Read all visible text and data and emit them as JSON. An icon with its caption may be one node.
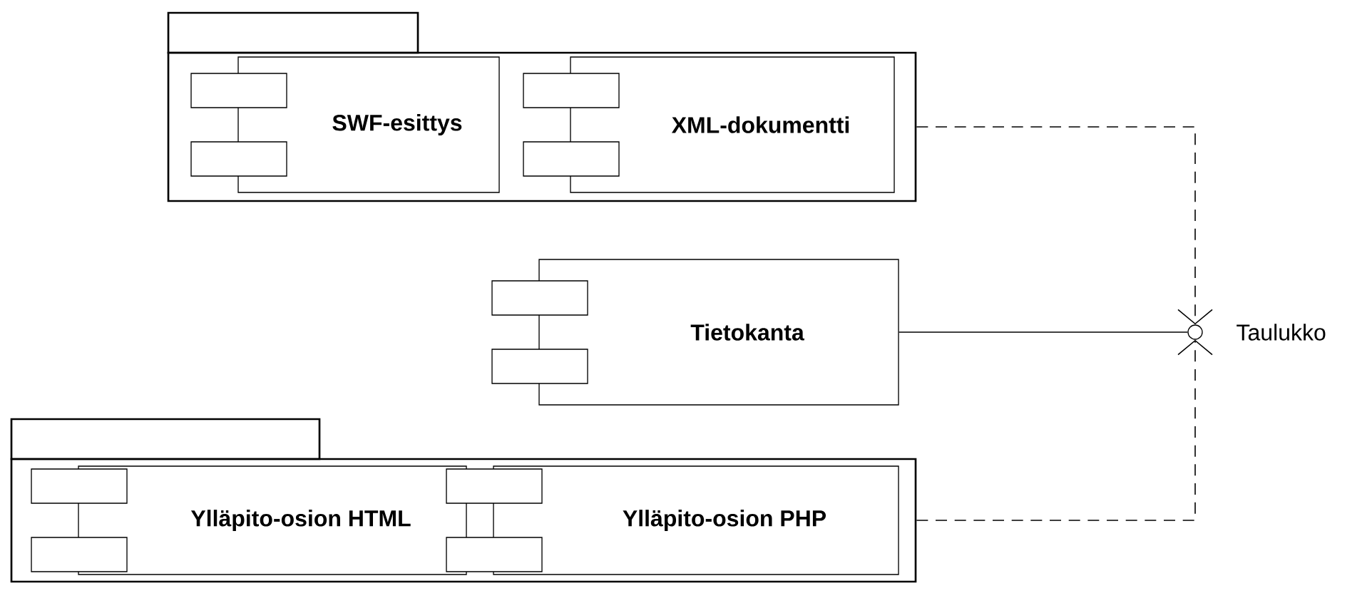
{
  "diagram": {
    "nodes": [
      {
        "text": [],
        "shape": "box"
      },
      {
        "text": [
          "SWF-esittys"
        ],
        "in": 0
      },
      {
        "text": [
          "XML-dokumentti"
        ],
        "in": 0
      },
      {
        "text": [
          "Tietokanta"
        ]
      },
      {
        "text": [],
        "shape": "circle",
        "beside": [
          "Taulukko"
        ]
      },
      {
        "text": [],
        "shape": "box"
      },
      {
        "text": [
          "Ylläpito-osion HTML"
        ],
        "in": 5
      },
      {
        "text": [
          "Ylläpito-osion PHP"
        ],
        "in": 5
      }
    ],
    "edges": [
      {
        "from": 0,
        "to": 4,
        "arrow": "to",
        "style": "dashed"
      },
      {
        "from": 3,
        "to": 4,
        "arrow": "none"
      },
      {
        "from": 5,
        "to": 4,
        "arrow": "to",
        "style": "dashed"
      }
    ]
  }
}
